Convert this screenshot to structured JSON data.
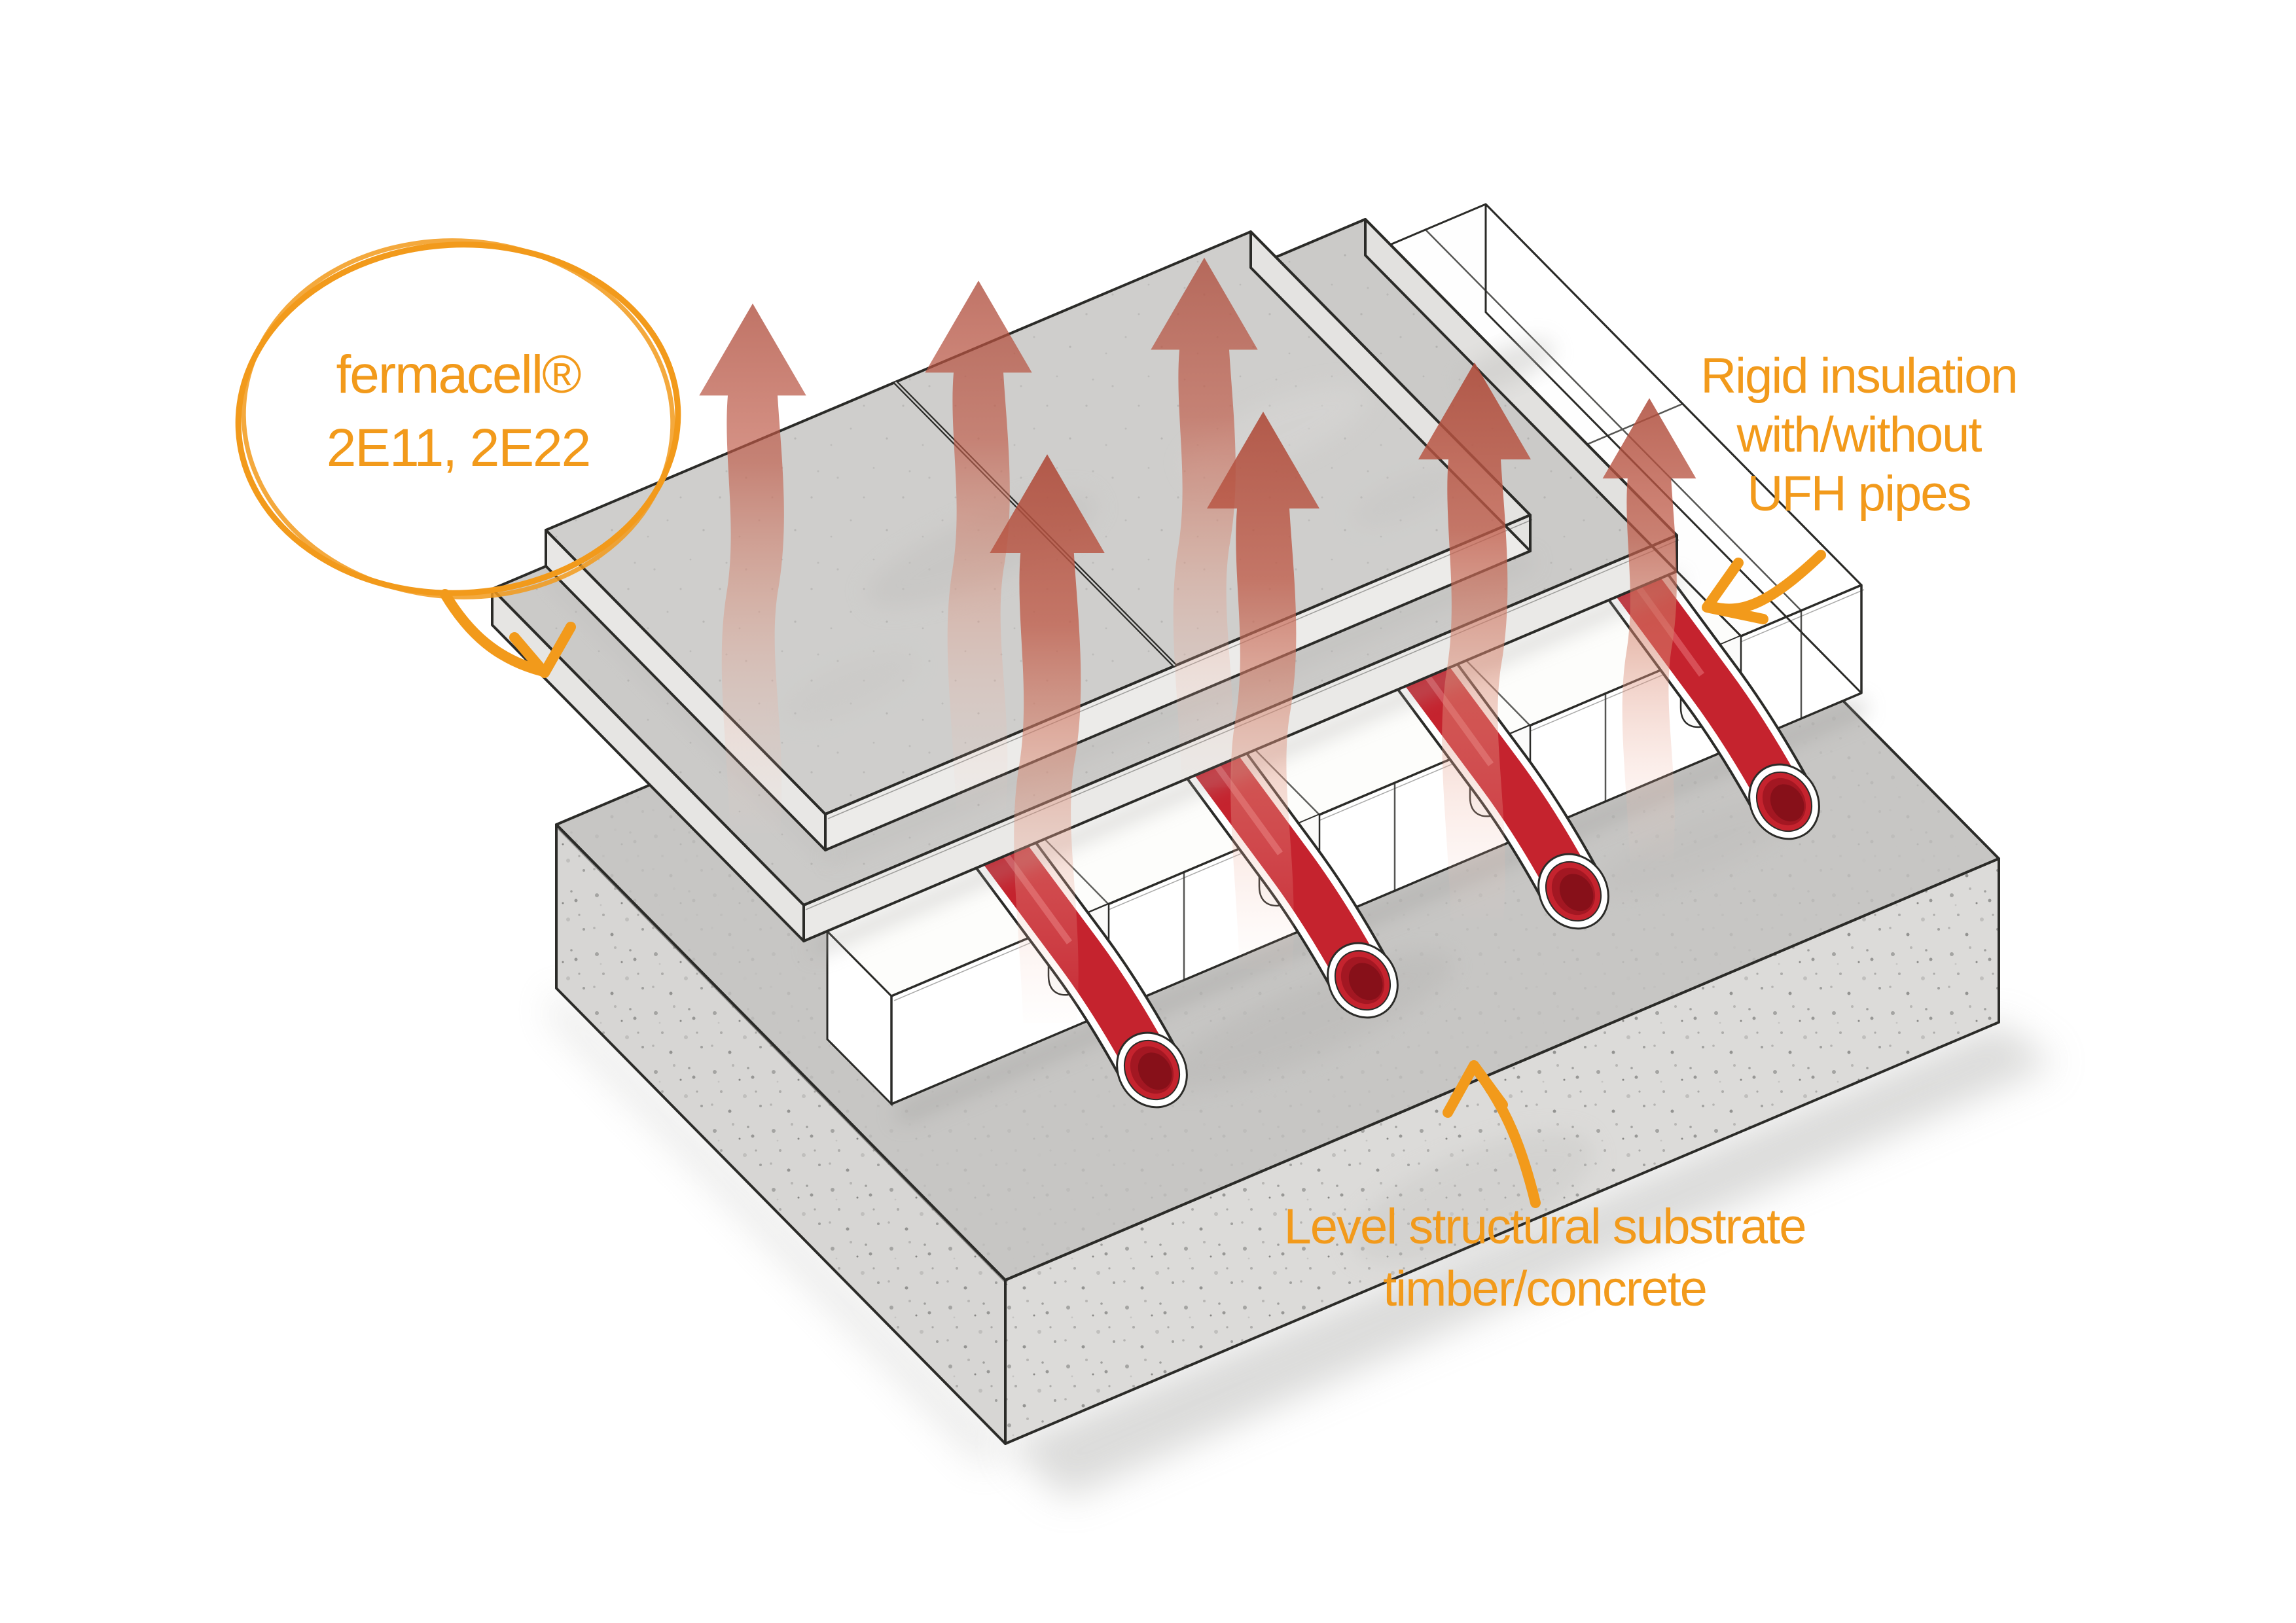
{
  "diagram": {
    "type": "isometric-floor-cutaway",
    "bubble": {
      "line1": "fermacell®",
      "line2": "2E11, 2E22"
    },
    "labels": {
      "insulation": {
        "line1": "Rigid insulation",
        "line2": "with/without",
        "line3": "UFH pipes"
      },
      "substrate": {
        "line1": "Level structural substrate",
        "line2": "timber/concrete"
      }
    },
    "icons": [
      "speech-bubble",
      "annotation-arrow-icon",
      "heat-arrow-icon",
      "ufh-pipe",
      "insulation-panel",
      "fermacell-board",
      "substrate-slab"
    ],
    "colors": {
      "annotation_orange": "#F29A1B",
      "pipe_red": "#C5232E",
      "pipe_bore": "#871019",
      "heat_arrow_tip": "#AE4C3B",
      "heat_arrow_tail": "#F7CFC2",
      "board_gray": "#CFCECC",
      "slab_gray": "#C7C6C4",
      "insulation_white": "#FFFFFF",
      "outline_ink": "#2B2B28"
    },
    "counts": {
      "ufh_pipes_visible": 4,
      "heat_arrows": 7,
      "fermacell_board_layers": 2
    }
  }
}
